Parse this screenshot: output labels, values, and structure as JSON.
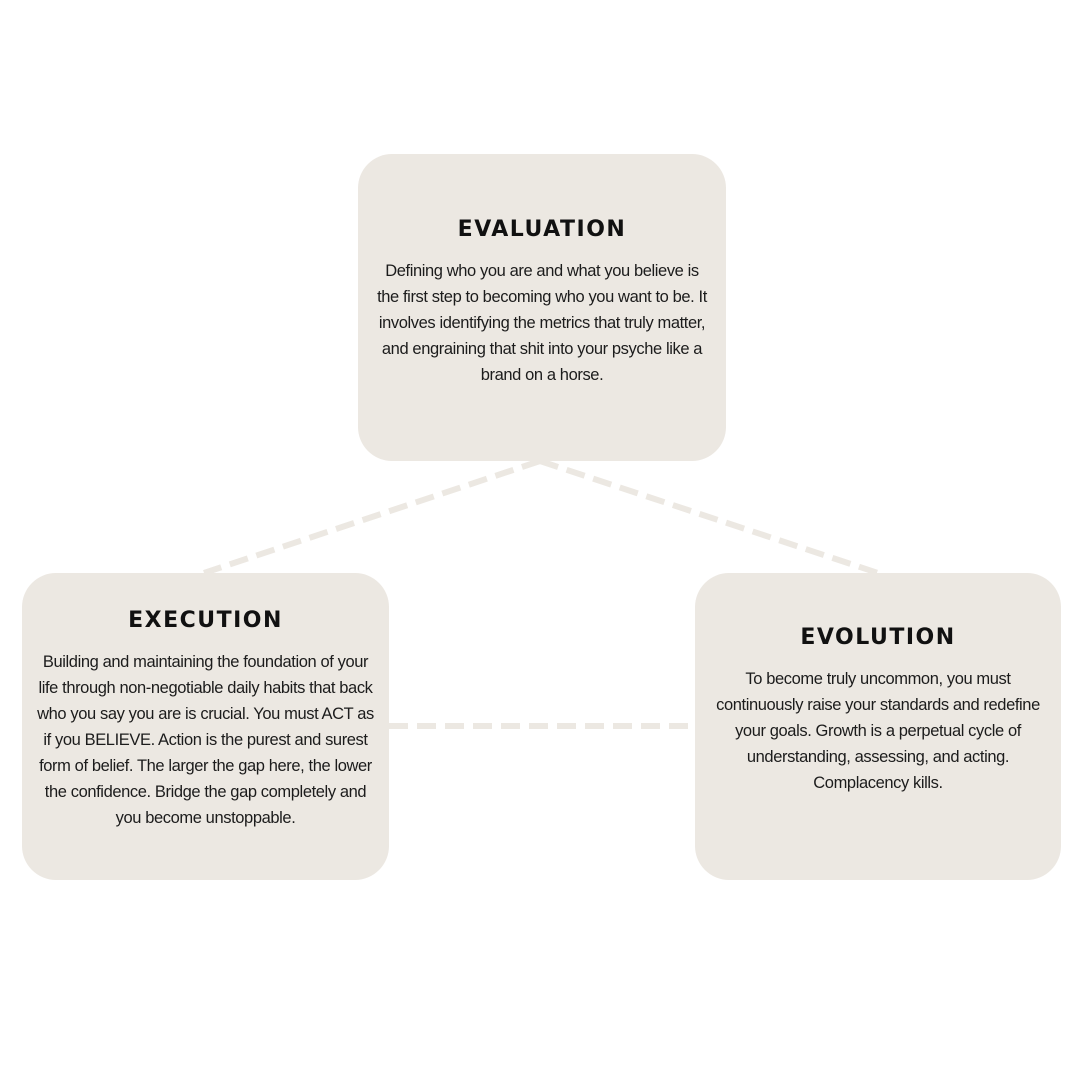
{
  "diagram": {
    "cards": {
      "evaluation": {
        "title": "EVALUATION",
        "text": "Defining who you are and what you believe is the first step to becoming who you want to be. It involves identifying the metrics that truly matter, and engraining that shit into your psyche like a brand on a horse."
      },
      "execution": {
        "title": "EXECUTION",
        "text": "Building and maintaining the foundation of your life through non-negotiable daily habits that back who you say you are is crucial. You must ACT as if you BELIEVE. Action is the purest and surest form of belief. The larger the gap here, the lower the confidence. Bridge the gap completely and you become unstoppable."
      },
      "evolution": {
        "title": "EVOLUTION",
        "text": "To become truly uncommon, you must continuously raise your standards and redefine your goals. Growth is a perpetual cycle of understanding, assessing, and acting. Complacency kills."
      }
    },
    "connectors": [
      {
        "from": "evaluation",
        "to": "execution",
        "style": "dashed"
      },
      {
        "from": "evaluation",
        "to": "evolution",
        "style": "dashed"
      },
      {
        "from": "execution",
        "to": "evolution",
        "style": "dashed"
      }
    ],
    "colors": {
      "background": "#ffffff",
      "card": "#ece8e2",
      "connector": "#ece8e2",
      "text": "#141414"
    }
  }
}
